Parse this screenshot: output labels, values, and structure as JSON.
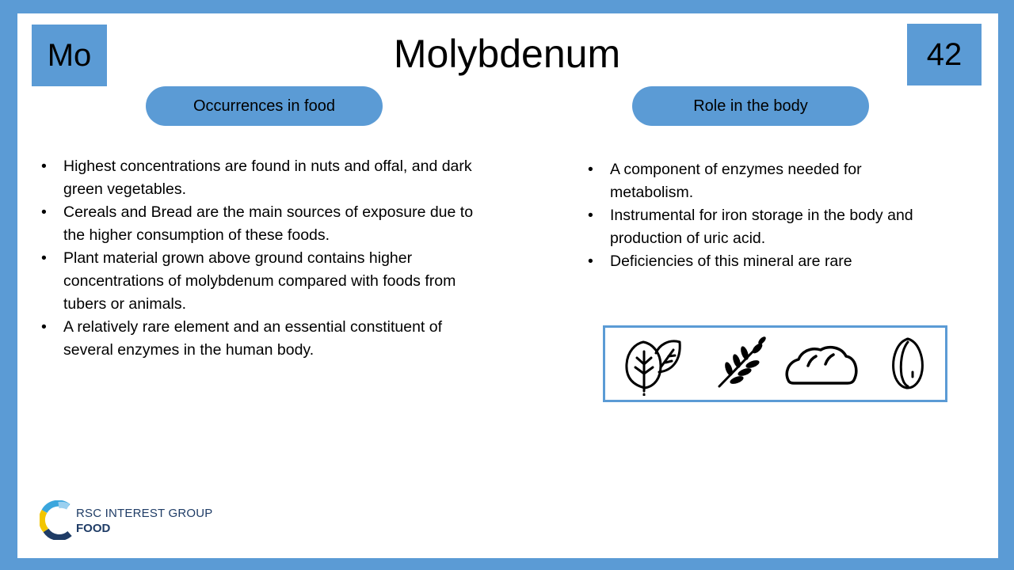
{
  "element": {
    "symbol": "Mo",
    "name": "Molybdenum",
    "atomic_number": "42"
  },
  "left_panel": {
    "heading": "Occurrences in food",
    "bullets": [
      "Highest concentrations are found in nuts and offal, and dark green vegetables.",
      "Cereals and Bread are the main sources of exposure due to the higher consumption of these foods.",
      "Plant material grown above ground contains higher concentrations of molybdenum compared with foods from tubers or animals.",
      "A relatively rare element and an essential constituent of several enzymes in the human body."
    ]
  },
  "right_panel": {
    "heading": "Role in the body",
    "bullets": [
      "A component of enzymes needed for metabolism.",
      "Instrumental for iron storage in the body and production of uric acid.",
      "Deficiencies of this mineral are rare"
    ]
  },
  "icons": [
    "leafy-greens-icon",
    "wheat-icon",
    "bread-icon",
    "seed-icon"
  ],
  "logo": {
    "line1": "RSC INTEREST GROUP",
    "line2": "FOOD"
  },
  "colors": {
    "accent": "#5b9bd5",
    "logo_text": "#1f3c66"
  }
}
